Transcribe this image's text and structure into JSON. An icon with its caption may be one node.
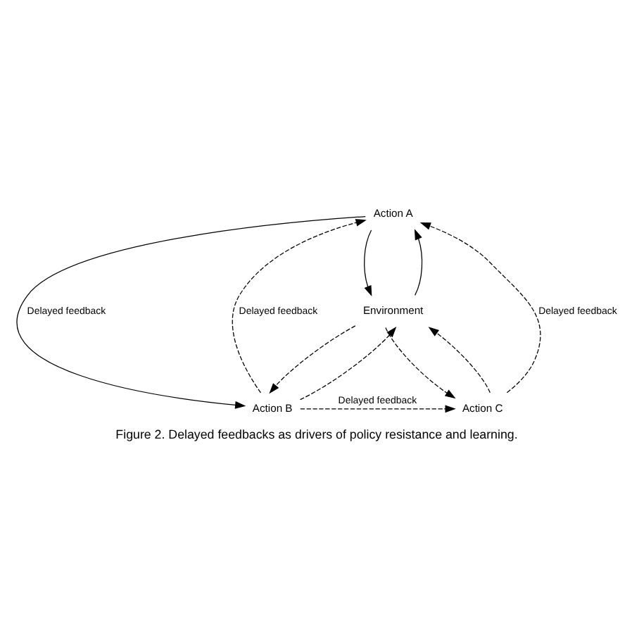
{
  "diagram": {
    "caption": "Figure 2. Delayed feedbacks as drivers of policy resistance and learning.",
    "nodes": [
      {
        "text": [
          "Action A"
        ]
      },
      {
        "text": [
          "Environment"
        ]
      },
      {
        "text": [
          "Action C"
        ]
      },
      {
        "text": [
          "Action B"
        ]
      }
    ],
    "edges": [
      {
        "from": 1,
        "to": 0,
        "arrow": "to"
      },
      {
        "from": 0,
        "to": 1,
        "arrow": "to"
      },
      {
        "from": 0,
        "to": 3,
        "arrow": "to",
        "label": "Delayed feedback"
      },
      {
        "from": 3,
        "to": 0,
        "arrow": "to",
        "label": "Delayed feedback",
        "style": "dashed"
      },
      {
        "from": 1,
        "to": 3,
        "arrow": "to",
        "style": "dashed"
      },
      {
        "from": 3,
        "to": 1,
        "arrow": "to",
        "style": "dashed"
      },
      {
        "from": 1,
        "to": 2,
        "arrow": "to",
        "style": "dashed"
      },
      {
        "from": 2,
        "to": 1,
        "arrow": "to",
        "style": "dashed"
      },
      {
        "from": 2,
        "to": 0,
        "arrow": "to",
        "label": "Delayed feedback",
        "style": "dashed"
      },
      {
        "from": 3,
        "to": 2,
        "arrow": "to",
        "label": "Delayed feedback",
        "style": "dashed"
      }
    ]
  }
}
